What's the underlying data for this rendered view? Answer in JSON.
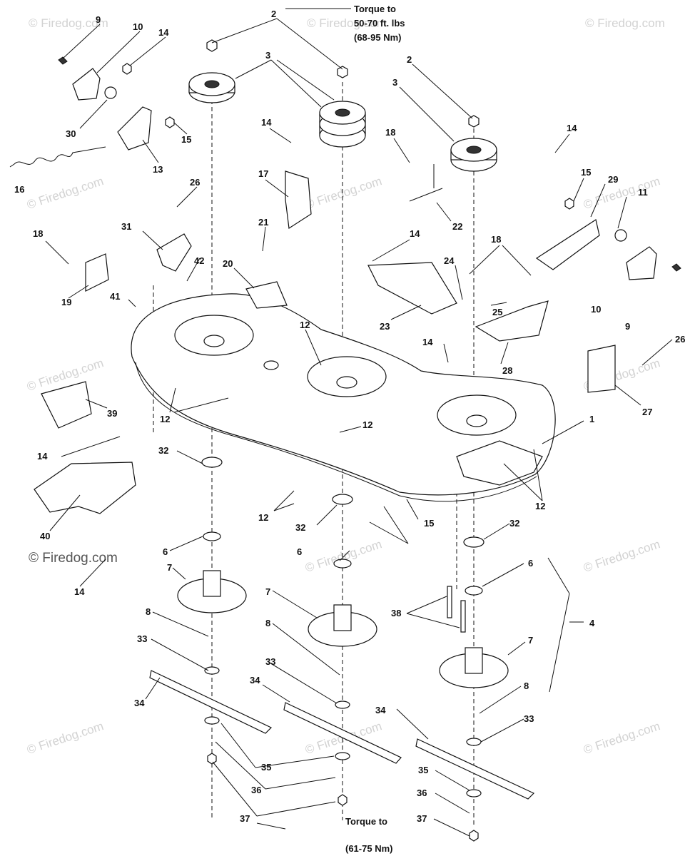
{
  "torque_top": [
    "Torque to",
    "50-70 ft. lbs",
    "(68-95 Nm)"
  ],
  "torque_bottom": [
    "Torque to",
    "(61-75 Nm)"
  ],
  "watermark": "© Firedog.com",
  "callouts": {
    "c2a": "2",
    "c2b": "2",
    "c3a": "3",
    "c3b": "3",
    "c9a": "9",
    "c9b": "9",
    "c10a": "10",
    "c10b": "10",
    "c14a": "14",
    "c14b": "14",
    "c14c": "14",
    "c14d": "14",
    "c14e": "14",
    "c14f": "14",
    "c14g": "14",
    "c30": "30",
    "c15a": "15",
    "c15b": "15",
    "c15c": "15",
    "c13": "13",
    "c16": "16",
    "c17": "17",
    "c18a": "18",
    "c18b": "18",
    "c18c": "18",
    "c22": "22",
    "c11": "11",
    "c29": "29",
    "c26a": "26",
    "c26b": "26",
    "c31": "31",
    "c21": "21",
    "c20": "20",
    "c42": "42",
    "c41": "41",
    "c19": "19",
    "c24": "24",
    "c25": "25",
    "c23": "23",
    "c28": "28",
    "c27": "27",
    "c1": "1",
    "c12a": "12",
    "c12b": "12",
    "c12c": "12",
    "c12d": "12",
    "c12e": "12",
    "c39": "39",
    "c40": "40",
    "c32a": "32",
    "c32b": "32",
    "c32c": "32",
    "c6a": "6",
    "c6b": "6",
    "c6c": "6",
    "c7a": "7",
    "c7b": "7",
    "c7c": "7",
    "c8a": "8",
    "c8b": "8",
    "c8c": "8",
    "c33a": "33",
    "c33b": "33",
    "c33c": "33",
    "c34a": "34",
    "c34b": "34",
    "c34c": "34",
    "c35a": "35",
    "c35b": "35",
    "c36a": "36",
    "c36b": "36",
    "c37a": "37",
    "c37b": "37",
    "c38": "38",
    "c4": "4"
  }
}
